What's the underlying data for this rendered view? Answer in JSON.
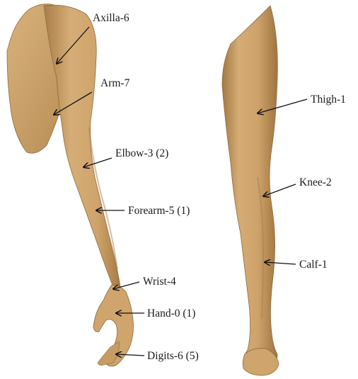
{
  "colors": {
    "skin_light": "#d8b07a",
    "skin_mid": "#c49a62",
    "skin_dark": "#9c7340",
    "label": "#1a1a1a"
  },
  "arm_labels": {
    "axilla": "Axilla-6",
    "arm": "Arm-7",
    "elbow": "Elbow-3 (2)",
    "forearm": "Forearm-5 (1)",
    "wrist": "Wrist-4",
    "hand": "Hand-0 (1)",
    "digits": "Digits-6 (5)"
  },
  "leg_labels": {
    "thigh": "Thigh-1",
    "knee": "Knee-2",
    "calf": "Calf-1"
  }
}
